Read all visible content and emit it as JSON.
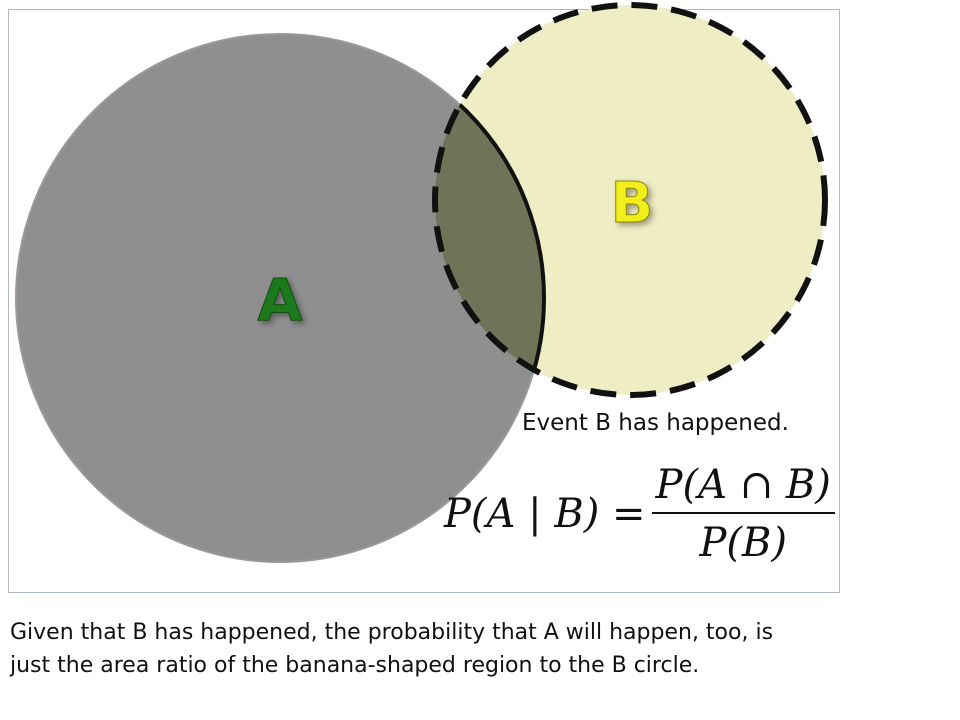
{
  "diagram": {
    "label_a": "A",
    "label_b": "B",
    "colors": {
      "circle_a_fill": "#8f8f8f",
      "circle_b_fill": "#eeedc3",
      "overlap_fill": "#6f7357",
      "label_a_color": "#1f7a1f",
      "label_b_color": "#f2ee1b",
      "outline": "#111111"
    },
    "note": "Event B has happened.",
    "formula": {
      "lhs": "P(A | B) =",
      "numerator": "P(A ∩ B)",
      "denominator": "P(B)"
    }
  },
  "caption": {
    "line1": "Given that B has happened, the probability that A will happen, too, is",
    "line2": "just the area ratio of the banana-shaped region to the B circle."
  }
}
